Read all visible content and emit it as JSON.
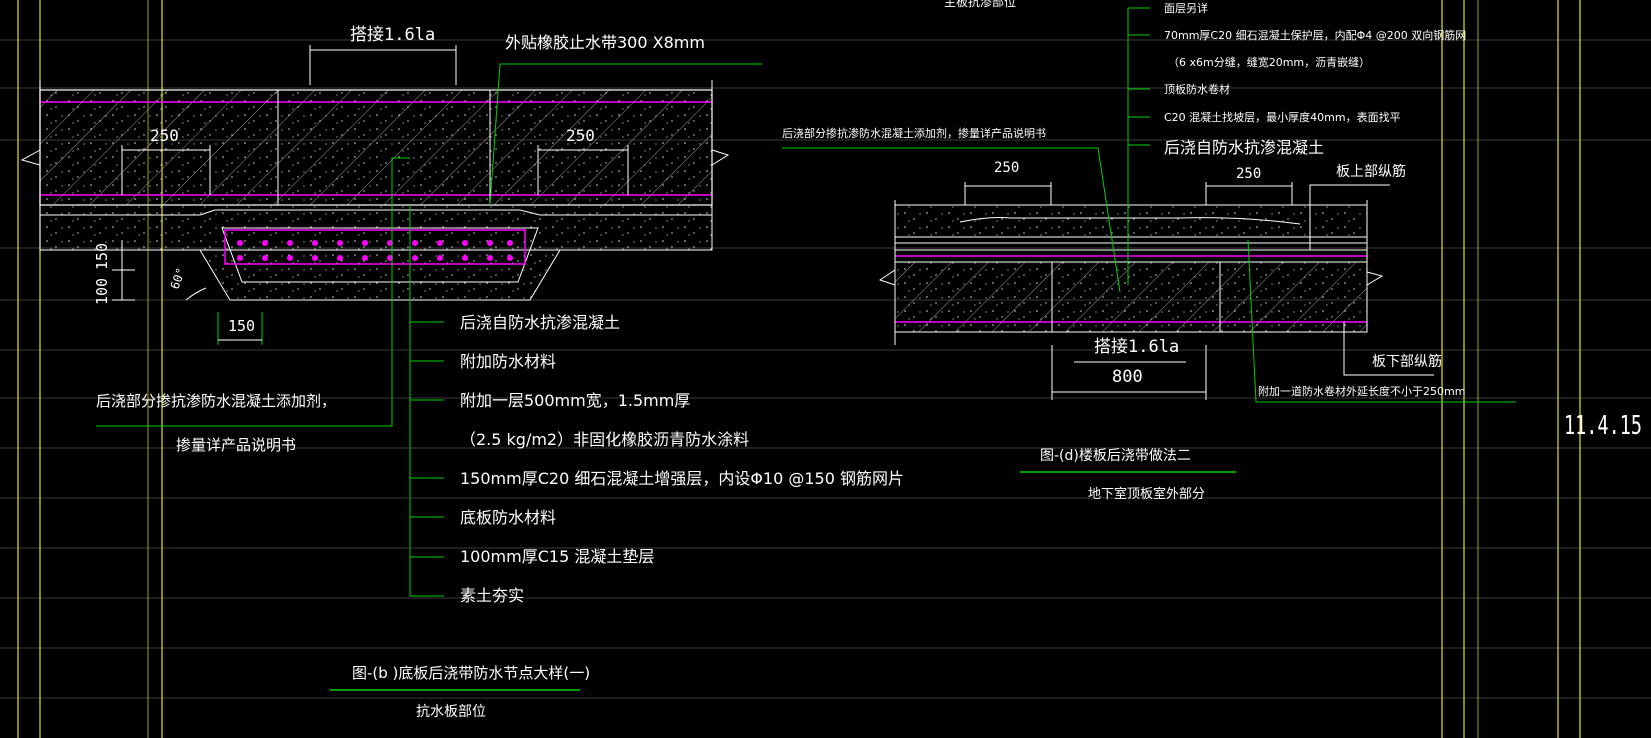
{
  "colors": {
    "background": "#000000",
    "grid": "#3a3a3a",
    "frame_yellow": "#e6e600",
    "leader_green": "#00d000",
    "rebar_magenta": "#ff00ff",
    "outline_white": "#ffffff"
  },
  "top_cut_text": "主板抗渗部位",
  "drawing_b": {
    "lap_label": "搭接1.6la",
    "waterstop_label": "外贴橡胶止水带300 X8mm",
    "dim_250_left": "250",
    "dim_250_right": "250",
    "dim_150_vertical": "150",
    "dim_100_vertical": "100",
    "angle_label": "60°",
    "dim_150_bottom": "150",
    "additive_note_1": "后浇部分掺抗渗防水混凝土添加剂，",
    "additive_note_2": "掺量详产品说明书",
    "layers": [
      "后浇自防水抗渗混凝土",
      "附加防水材料",
      "附加一层500mm宽，1.5mm厚",
      "（2.5 kg/m2）非固化橡胶沥青防水涂料",
      "150mm厚C20 细石混凝土增强层，内设Φ10 @150 钢筋网片",
      "底板防水材料",
      "100mm厚C15 混凝土垫层",
      "素土夯实"
    ],
    "caption": "图-(b )底板后浇带防水节点大样(一)",
    "subcaption": "抗水板部位"
  },
  "drawing_d": {
    "layers": [
      "面层另详",
      "70mm厚C20 细石混凝土保护层，内配Φ4 @200 双向钢筋网",
      "（6 x6m分缝，缝宽20mm，沥青嵌缝）",
      "顶板防水卷材",
      "C20 混凝土找坡层，最小厚度40mm，表面找平",
      "后浇自防水抗渗混凝土"
    ],
    "additive_note": "后浇部分掺抗渗防水混凝土添加剂，掺量详产品说明书",
    "dim_250_left": "250",
    "dim_250_right": "250",
    "upper_rebar_label": "板上部纵筋",
    "lap_label": "搭接1.6la",
    "dim_800": "800",
    "lower_rebar_label": "板下部纵筋",
    "extra_membrane_note": "附加一道防水卷材外延长度不小于250mm",
    "caption": "图-(d)楼板后浇带做法二",
    "subcaption": "地下室顶板室外部分"
  },
  "side_text": "11.4.15"
}
